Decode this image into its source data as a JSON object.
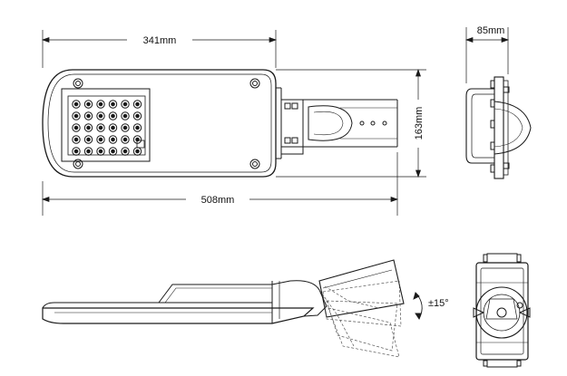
{
  "dimensions": {
    "width_label": "341mm",
    "total_length_label": "508mm",
    "height_label": "163mm",
    "depth_label": "85mm",
    "tilt_label": "±15°"
  },
  "colors": {
    "line": "#1a1a1a",
    "dashed": "#555555",
    "background": "#ffffff"
  },
  "led_grid": {
    "rows": 5,
    "cols": 6
  }
}
